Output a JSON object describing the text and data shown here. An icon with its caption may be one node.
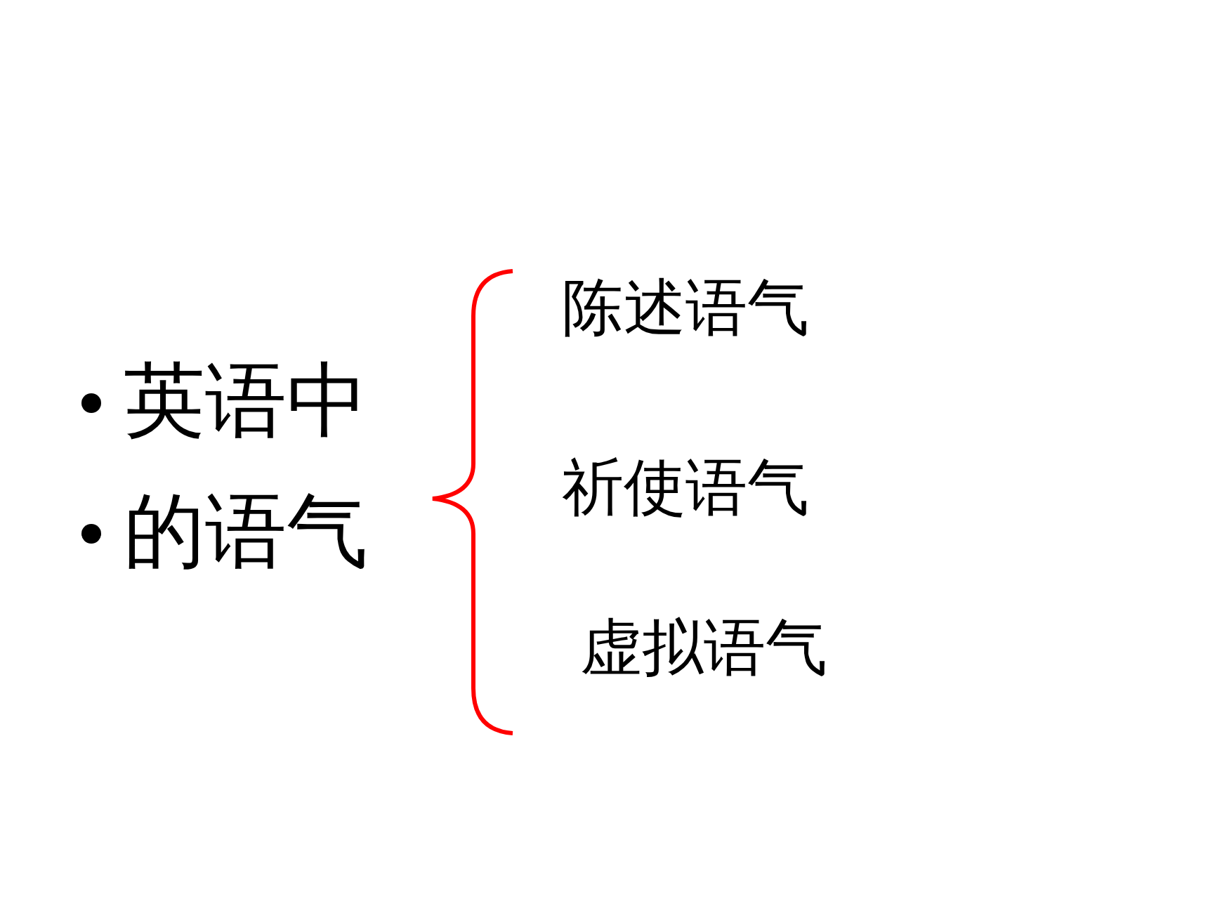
{
  "diagram": {
    "labels": [
      "英语中",
      "的语气",
      "陈述语气",
      "祈使语气",
      "虚拟语气"
    ]
  }
}
